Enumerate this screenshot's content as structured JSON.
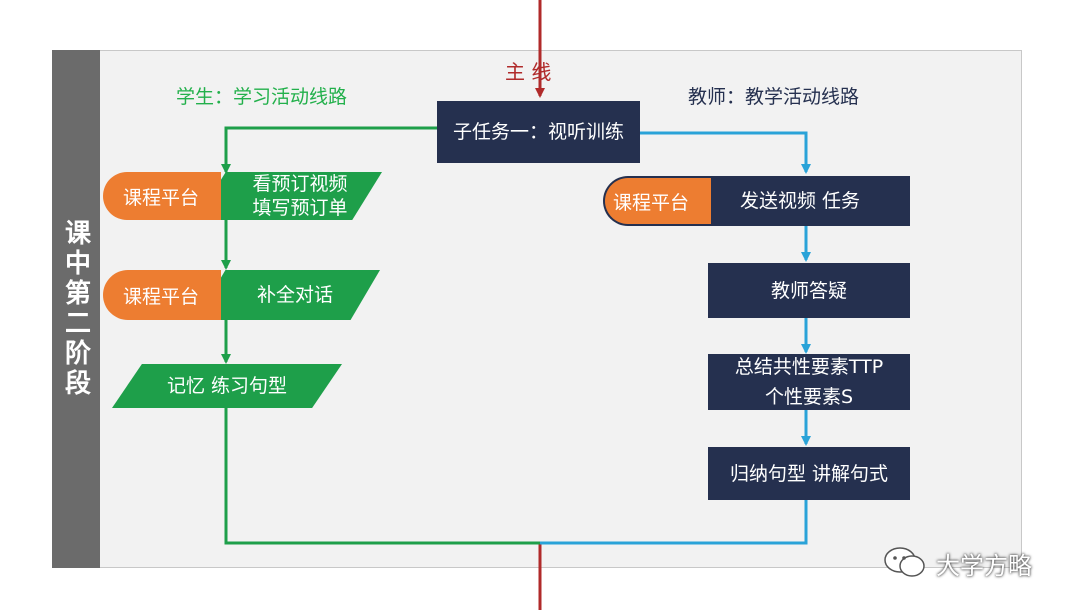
{
  "stage_label": "课中第二阶段",
  "main_line_label": "主 线",
  "student_title": "学生：学习活动线路",
  "teacher_title": "教师：教学活动线路",
  "subtask": "子任务一：视听训练",
  "student_steps": [
    {
      "platform": "课程平台",
      "text": "看预订视频 填写预订单"
    },
    {
      "platform": "课程平台",
      "text": "补全对话"
    },
    {
      "text": "记忆 练习句型"
    }
  ],
  "teacher_steps": [
    {
      "platform": "课程平台",
      "text": "发送视频 任务"
    },
    {
      "text": "教师答疑"
    },
    {
      "text": "总结共性要素TTP 个性要素S"
    },
    {
      "text": "归纳句型 讲解句式"
    }
  ],
  "watermark": "大学方略",
  "colors": {
    "navy": "#25304f",
    "orange": "#ed7d31",
    "green": "#1e9f4a",
    "blue_line": "#2aa3d8",
    "red_line": "#b02a2a",
    "student_title": "#22b04b"
  }
}
